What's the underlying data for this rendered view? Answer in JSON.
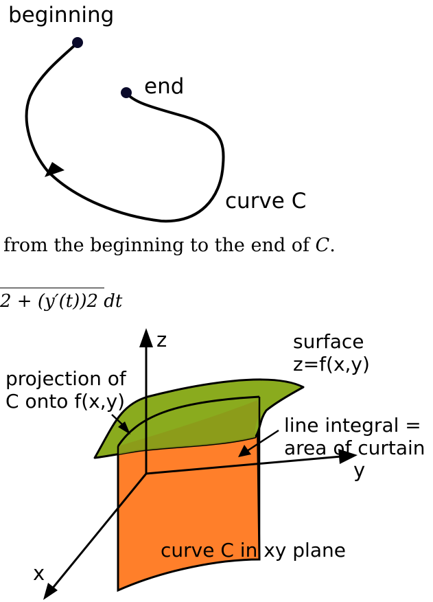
{
  "top_figure": {
    "beginning_label": "beginning",
    "end_label": "end",
    "curve_label": "curve C"
  },
  "text_line_1": {
    "main": "from the beginning to the end of ",
    "var": "C",
    "tail": "."
  },
  "text_line_2": {
    "formula": "2 + (y′(t))2 dt"
  },
  "bottom_figure": {
    "axis_z": "z",
    "axis_y": "y",
    "axis_x": "x",
    "surface_label_1": "surface",
    "surface_label_2": "z=f(x,y)",
    "projection_label_1": "projection of",
    "projection_label_2": "C onto f(x,y)",
    "integral_label_1": "line integral =",
    "integral_label_2": "area of curtain",
    "curve_xy_label": "curve C in xy plane"
  },
  "colors": {
    "surface_fill": "#8aab1e",
    "surface_overlap": "#8c9a1a",
    "curtain_fill": "#ff7f2a",
    "dot": "#0a0a2a",
    "stroke": "#000000"
  }
}
